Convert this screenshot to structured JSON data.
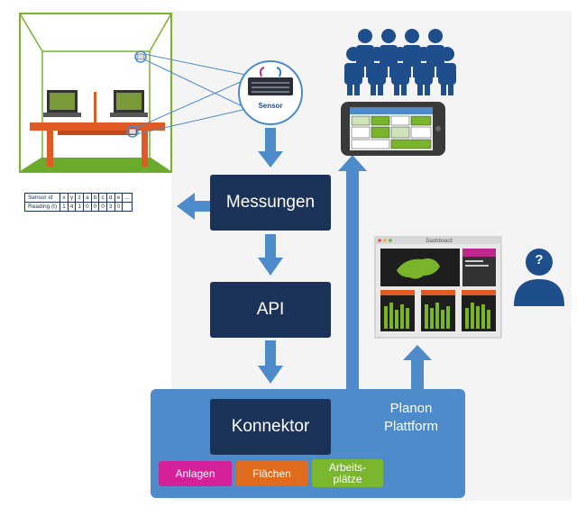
{
  "boxes": {
    "messungen": "Messungen",
    "api": "API",
    "konnektor": "Konnektor"
  },
  "planon": {
    "line1": "Planon",
    "line2": "Plattform"
  },
  "tags": [
    {
      "label": "Anlagen",
      "color": "#d4219a"
    },
    {
      "label": "Flächen",
      "color": "#e06b1c"
    },
    {
      "label": "Arbeits-\nplätze",
      "color": "#7ab62e"
    }
  ],
  "sensor": {
    "label": "Sensor"
  },
  "dashboard": {
    "title": "Dashboard"
  },
  "sensor_table": {
    "header_label": "Sensor id",
    "header_cells": [
      "x",
      "y",
      "z",
      "a",
      "b",
      "c",
      "d",
      "e",
      "..."
    ],
    "reading_label": "Reading (t)",
    "reading_cells": [
      "1",
      "4",
      "1",
      "0",
      "0",
      "0",
      "3",
      "0",
      ""
    ]
  },
  "user_icon": {
    "symbol": "?"
  },
  "colors": {
    "navy": "#1c3359",
    "arrow": "#4d8bcb",
    "planon": "#4d8bcb",
    "green_room": "#79b42a",
    "desk": "#e05a24"
  }
}
